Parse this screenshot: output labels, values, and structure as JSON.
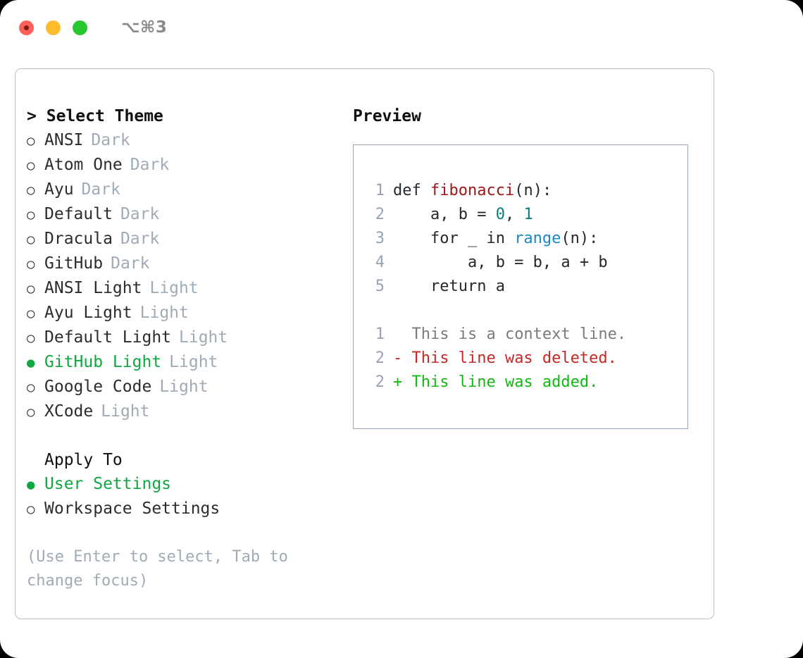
{
  "window": {
    "title": "⌥⌘3",
    "traffic_lights": [
      "close-red",
      "minimize-yellow",
      "zoom-green"
    ],
    "colors": {
      "red": "#ff6159",
      "yellow": "#ffbd2e",
      "green": "#29c72f",
      "accent_green": "#12a642",
      "muted": "#a0abb8",
      "border": "#b6bfcc"
    }
  },
  "theme_picker": {
    "header": "Select Theme",
    "caret": ">",
    "marker_unselected": "○",
    "marker_selected": "●",
    "items": [
      {
        "label": "ANSI",
        "category": "Dark",
        "selected": false
      },
      {
        "label": "Atom One",
        "category": "Dark",
        "selected": false
      },
      {
        "label": "Ayu",
        "category": "Dark",
        "selected": false
      },
      {
        "label": "Default",
        "category": "Dark",
        "selected": false
      },
      {
        "label": "Dracula",
        "category": "Dark",
        "selected": false
      },
      {
        "label": "GitHub",
        "category": "Dark",
        "selected": false
      },
      {
        "label": "ANSI Light",
        "category": "Light",
        "selected": false
      },
      {
        "label": "Ayu Light",
        "category": "Light",
        "selected": false
      },
      {
        "label": "Default Light",
        "category": "Light",
        "selected": false
      },
      {
        "label": "GitHub Light",
        "category": "Light",
        "selected": true
      },
      {
        "label": "Google Code",
        "category": "Light",
        "selected": false
      },
      {
        "label": "XCode",
        "category": "Light",
        "selected": false
      }
    ]
  },
  "apply_to": {
    "title": "Apply To",
    "items": [
      {
        "label": "User Settings",
        "selected": true
      },
      {
        "label": "Workspace Settings",
        "selected": false
      }
    ]
  },
  "hint": "(Use Enter to select, Tab to change focus)",
  "preview": {
    "title": "Preview",
    "code_lines": [
      {
        "no": "1",
        "segments": [
          {
            "t": "def ",
            "c": "plain"
          },
          {
            "t": "fibonacci",
            "c": "fn"
          },
          {
            "t": "(n):",
            "c": "plain"
          }
        ]
      },
      {
        "no": "2",
        "segments": [
          {
            "t": "    a, b = ",
            "c": "plain"
          },
          {
            "t": "0",
            "c": "num"
          },
          {
            "t": ", ",
            "c": "plain"
          },
          {
            "t": "1",
            "c": "num"
          }
        ]
      },
      {
        "no": "3",
        "segments": [
          {
            "t": "    for _ in ",
            "c": "plain"
          },
          {
            "t": "range",
            "c": "call"
          },
          {
            "t": "(n):",
            "c": "plain"
          }
        ]
      },
      {
        "no": "4",
        "segments": [
          {
            "t": "        a, b = b, a + b",
            "c": "plain"
          }
        ]
      },
      {
        "no": "5",
        "segments": [
          {
            "t": "    return a",
            "c": "plain"
          }
        ]
      }
    ],
    "diff_lines": [
      {
        "no": "1",
        "sign": " ",
        "text": " This is a context line.",
        "kind": "ctx"
      },
      {
        "no": "2",
        "sign": "-",
        "text": " This line was deleted.",
        "kind": "del"
      },
      {
        "no": "2",
        "sign": "+",
        "text": " This line was added.",
        "kind": "add"
      }
    ]
  }
}
